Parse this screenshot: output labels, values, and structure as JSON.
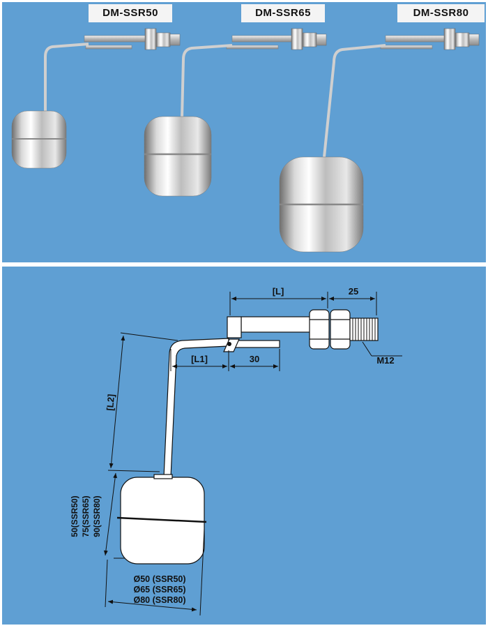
{
  "models": {
    "ssr50": "DM-SSR50",
    "ssr65": "DM-SSR65",
    "ssr80": "DM-SSR80"
  },
  "dimensions": {
    "L": "[L]",
    "thread_length": "25",
    "L1": "[L1]",
    "arm_extension": "30",
    "thread": "M12",
    "L2": "[L2]",
    "height_ssr50": "50(SSR50)",
    "height_ssr65": "75(SSR65)",
    "height_ssr80": "90(SSR80)",
    "diameter_ssr50": "Ø50 (SSR50)",
    "diameter_ssr65": "Ø65 (SSR65)",
    "diameter_ssr80": "Ø80 (SSR80)"
  },
  "colors": {
    "panel_background": "#5f9fd3",
    "label_background": "#f4f4f4"
  }
}
